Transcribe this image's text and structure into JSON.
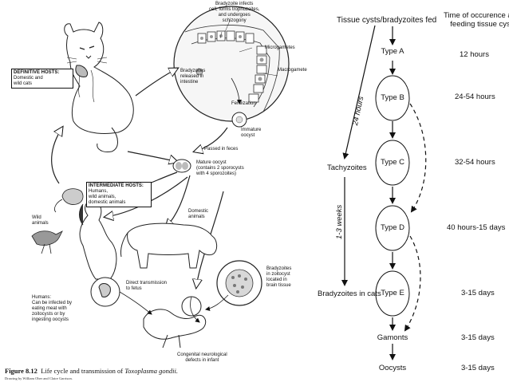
{
  "left_diagram": {
    "definitive_hosts": {
      "title": "DEFINITIVE HOSTS:",
      "lines": [
        "Domestic and",
        "wild cats"
      ]
    },
    "intermediate_hosts": {
      "title": "INTERMEDIATE HOSTS:",
      "lines": [
        "Humans,",
        "wild animals,",
        "domestic animals"
      ]
    },
    "labels": {
      "bradyzoite_infects": [
        "Bradyzoite infects",
        "cell, forms trophozoites,",
        "and undergoes",
        "schizogony"
      ],
      "microgametes": "Microgametes",
      "macrogamete": "Macrogamete",
      "bradyzoites_released": [
        "Bradyzoites",
        "released in",
        "intestine"
      ],
      "fertilization": "Fertilization",
      "immature_oocyst": [
        "Immature",
        "oocyst"
      ],
      "passed_in_feces": "Passed in feces",
      "mature_oocyst": [
        "Mature oocyst",
        "(contains 2 sporocysts",
        "with 4 sporozoites)"
      ],
      "wild_animals": [
        "Wild",
        "animals"
      ],
      "domestic_animals": [
        "Domestic",
        "animals"
      ],
      "humans": [
        "Humans:",
        "Can be infected by",
        "eating meat with",
        "zoitocysts or by",
        "ingesting oocysts"
      ],
      "direct_transmission": [
        "Direct transmission",
        "to fetus"
      ],
      "bradyzoites_zoitocyst": [
        "Bradyzoites",
        "in zoitocyst",
        "located in",
        "brain tissue"
      ],
      "congenital_defects": [
        "Congenital neurological",
        "defects in infant"
      ]
    },
    "caption": {
      "figure": "Figure 8.12",
      "text": "Life cycle and transmission of ",
      "species": "Toxoplasma gondii."
    },
    "credit": "Drawing by William Ober and Claire Garrison."
  },
  "right_diagram": {
    "header_left": "Tissue cysts/bradyzoites fed",
    "header_right": [
      "Time of occurence after",
      "feeding tissue cysts"
    ],
    "nodes": [
      "Type A",
      "Type B",
      "Type C",
      "Type D",
      "Type E",
      "Gamonts",
      "Oocysts"
    ],
    "times": [
      "12 hours",
      "24-54 hours",
      "32-54 hours",
      "40 hours-15 days",
      "3-15 days",
      "3-15 days",
      "3-15 days"
    ],
    "side_labels": {
      "tachyzoites": "Tachyzoites",
      "bradyzoites_in_cats": "Bradyzoites in cats"
    },
    "arrow_labels": {
      "twenty_four_hours": "24 hours",
      "one_to_three_weeks": "1-3 weeks"
    }
  }
}
